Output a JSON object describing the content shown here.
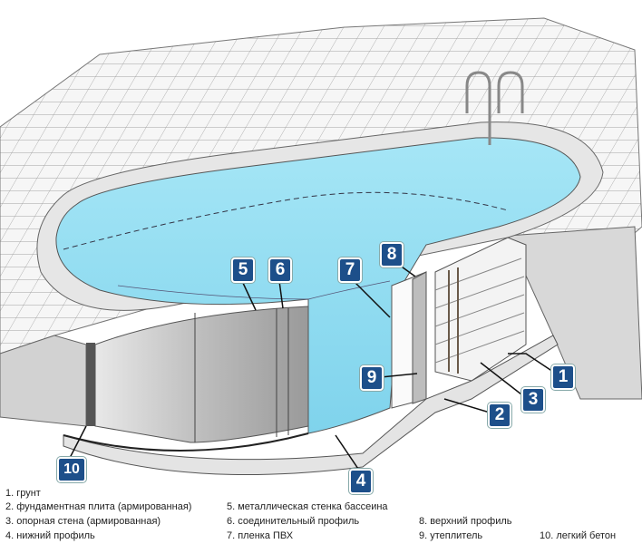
{
  "markers": [
    "1",
    "2",
    "3",
    "4",
    "5",
    "6",
    "7",
    "8",
    "9",
    "10"
  ],
  "legend": [
    "1. грунт",
    "2. фундаментная плита (армированная)",
    "3. опорная стена (армированная)",
    "4. нижний профиль",
    "5. металлическая стенка бассеина",
    "6. соединительный профиль",
    "7. пленка ПВХ",
    "8. верхний профиль",
    "9. утеплитель",
    "10. легкий бетон"
  ],
  "colors": {
    "water": "#8fdcf0",
    "marker": "#1d4f8a",
    "deck": "#f4f4f4",
    "wall": "#cfcfcf"
  }
}
